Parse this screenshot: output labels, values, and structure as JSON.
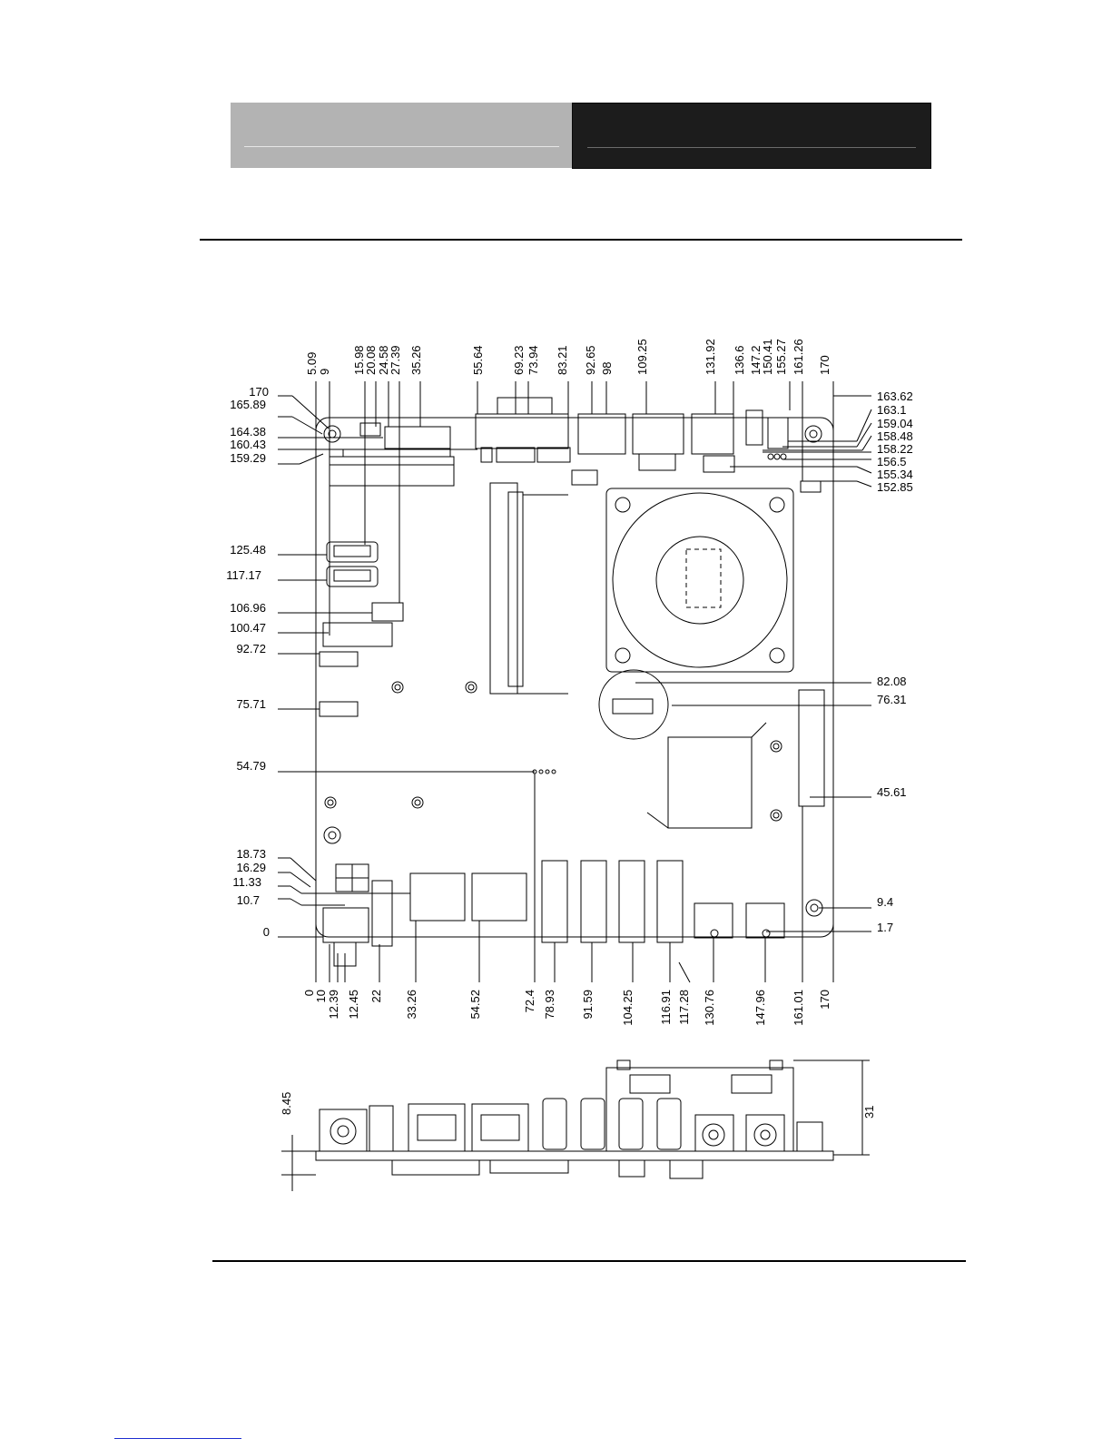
{
  "dimensions": {
    "top": [
      "5.09",
      "9",
      "15.98",
      "20.08",
      "24.58",
      "27.39",
      "35.26",
      "55.64",
      "69.23",
      "73.94",
      "83.21",
      "92.65",
      "98",
      "109.25",
      "131.92",
      "136.6",
      "147.2",
      "150.41",
      "155.27",
      "161.26",
      "170"
    ],
    "left": [
      "170",
      "165.89",
      "164.38",
      "160.43",
      "159.29",
      "125.48",
      "117.17",
      "106.96",
      "100.47",
      "92.72",
      "75.71",
      "54.79",
      "18.73",
      "16.29",
      "11.33",
      "10.7",
      "0"
    ],
    "right": [
      "163.62",
      "163.1",
      "159.04",
      "158.48",
      "158.22",
      "156.5",
      "155.34",
      "152.85",
      "82.08",
      "76.31",
      "45.61",
      "9.4",
      "1.7"
    ],
    "bottom": [
      "0",
      "10",
      "12.39",
      "12.45",
      "22",
      "33.26",
      "54.52",
      "72.4",
      "78.93",
      "91.59",
      "104.25",
      "116.91",
      "117.28",
      "130.76",
      "147.96",
      "161.01",
      "170"
    ],
    "side_height": "31",
    "side_offset": "8.45"
  }
}
